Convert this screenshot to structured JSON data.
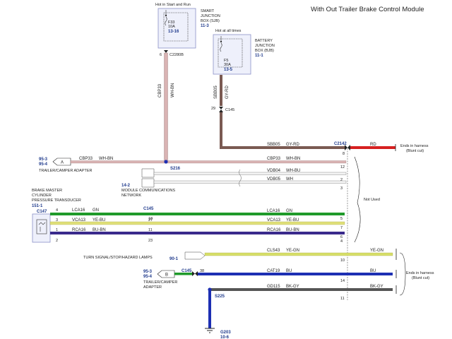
{
  "title": "With Out Trailer Brake Control Module",
  "sjb": {
    "hot_label": "Hot in Start and Run",
    "name": [
      "SMART",
      "JUNCTION",
      "BOX (SJB)"
    ],
    "ref": "11-3",
    "fuse": "F33",
    "amp": "10A",
    "fuse_ref": "13-16",
    "pin": "6",
    "connector": "C2280B",
    "wire_circuit": "CBP33",
    "wire_color": "WH-BN"
  },
  "bjb": {
    "hot_label": "Hot at all times",
    "name": [
      "BATTERY",
      "JUNCTION",
      "BOX (BJB)"
    ],
    "ref": "11-1",
    "fuse": "F5",
    "amp": "30A",
    "fuse_ref": "13-5",
    "wire_circuit": "SBB05",
    "wire_color": "GY-RD",
    "pin": "29",
    "connector": "C145"
  },
  "right": {
    "connector": "C2142",
    "ends_label": [
      "Ends in harness",
      "(Blunt cut)"
    ],
    "not_used": "Not Used"
  },
  "wires": [
    {
      "circuit": "SBB05",
      "color": "GY-RD",
      "pin": "8",
      "right_color": "RD"
    },
    {
      "circuit": "CBP33",
      "color": "WH-BN",
      "pin": "12"
    },
    {
      "circuit": "VDB04",
      "color": "WH-BU",
      "pin": "2"
    },
    {
      "circuit": "VDB05",
      "color": "WH",
      "pin": "3"
    },
    {
      "circuit": "LCA16",
      "color": "GN",
      "pin": "5"
    },
    {
      "circuit": "VCA13",
      "color": "YE-BU",
      "pin": "7"
    },
    {
      "circuit": "RCA16",
      "color": "BU-BN",
      "pin": "6"
    },
    {
      "circuit": "CLS43",
      "color": "YE-GN",
      "pin": "10",
      "right_color": "YE-GN"
    },
    {
      "circuit": "CAT19",
      "color": "BU",
      "pin": "14",
      "right_color": "BU"
    },
    {
      "circuit": "GD115",
      "color": "BK-GY",
      "pin": "11",
      "right_color": "BK-GY"
    }
  ],
  "trailer_top": {
    "refs": [
      "95-3",
      "95-4"
    ],
    "letter": "A",
    "circuit": "CBP33",
    "color": "WH-BN",
    "label": "TRAILER/CAMPER ADAPTER",
    "splice": "S216"
  },
  "network": {
    "ref": "14-2",
    "label": [
      "MODULE COMMUNICATIONS",
      "NETWORK"
    ]
  },
  "transducer": {
    "label": [
      "BRAKE MASTER",
      "CYLINDER",
      "PRESSURE TRANSDUCER"
    ],
    "ref": "151-1",
    "connector": "C147",
    "c145": "C145",
    "pins": [
      {
        "left": "4",
        "mid": "18",
        "circuit": "LCA16",
        "color": "GN"
      },
      {
        "left": "3",
        "mid": "27",
        "circuit": "VCA13",
        "color": "YE-BU"
      },
      {
        "left": "1",
        "mid": "11",
        "circuit": "RCA16",
        "color": "BU-BN"
      }
    ],
    "extra_pins": {
      "left": "2",
      "mid": "23",
      "right": "4"
    }
  },
  "turn": {
    "label": "TURN SIGNAL/STOP/HAZARD LAMPS",
    "ref": "90-1"
  },
  "trailer_bottom": {
    "refs": [
      "95-3",
      "95-4"
    ],
    "letter": "B",
    "connector": "C145",
    "pin": "38",
    "label": [
      "TRAILER/CAMPER",
      "ADAPTER"
    ],
    "splice": "S225"
  },
  "ground": {
    "name": "G203",
    "ref": "10-6"
  },
  "colors": {
    "pink_wire": "#d9b3b3",
    "brown_wire": "#7a5a52",
    "red_wire": "#d62020",
    "green_wire": "#1f9a2a",
    "yellow_blue_wire": "#e0e07a",
    "purple_wire": "#3a2a8c",
    "yellow_green_wire": "#d7df6a",
    "blue_wire": "#1d2fb3",
    "gray_wire": "#555555",
    "ref_blue": "#1f3a8c",
    "fuse_box": "#eef0fb"
  }
}
